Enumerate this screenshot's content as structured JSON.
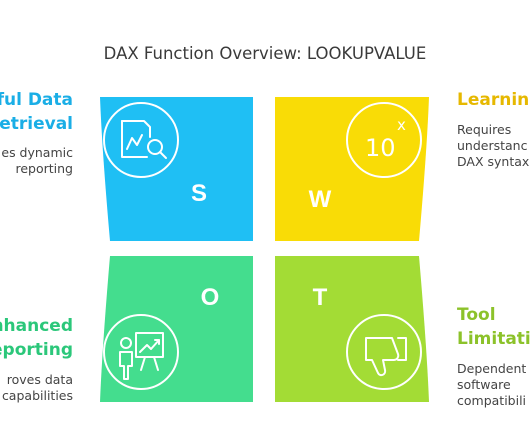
{
  "title": "DAX Function Overview: LOOKUPVALUE",
  "quadrants": {
    "s": {
      "letter": "S",
      "color": "#1fbff4",
      "heading": [
        "rful Data",
        "Retrieval"
      ],
      "desc": [
        "es dynamic",
        "reporting"
      ],
      "icon": "magnifier-chart-icon"
    },
    "w": {
      "letter": "W",
      "color": "#f9dc06",
      "heading": [
        "Learning"
      ],
      "desc": [
        "Requires",
        "understanc",
        "DAX syntax"
      ],
      "icon": "ten-power-icon",
      "icon_text": "10",
      "icon_sup": "x"
    },
    "o": {
      "letter": "O",
      "color": "#44dd8e",
      "heading": [
        "nhanced",
        "eporting"
      ],
      "desc": [
        "roves data",
        "capabilities"
      ],
      "icon": "presenter-board-icon"
    },
    "t": {
      "letter": "T",
      "color": "#a3dc35",
      "heading": [
        "Tool",
        "Limitatio"
      ],
      "desc": [
        "Dependent",
        "software",
        "compatibili"
      ],
      "icon": "thumbs-down-icon"
    }
  }
}
